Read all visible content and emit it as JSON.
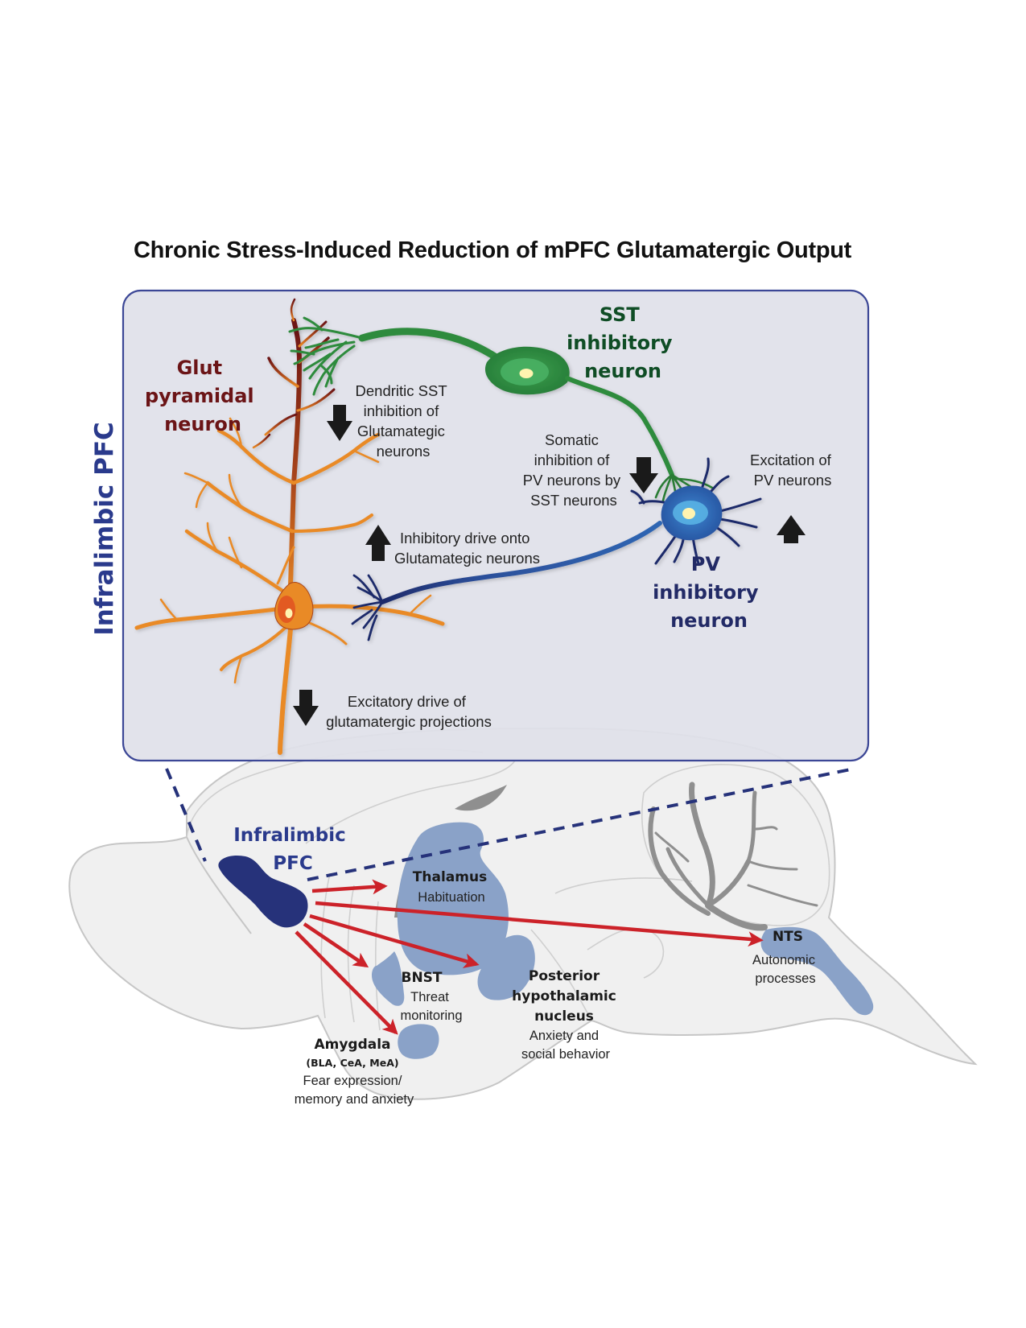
{
  "figure": {
    "title": "Chronic Stress-Induced Reduction of mPFC Glutamatergic Output",
    "side_label": "Infralimbic PFC"
  },
  "colors": {
    "panel_fill": "#e0e1ea",
    "panel_border": "#3c4796",
    "glut_neuron": "#e98a26",
    "glut_label": "#6b1416",
    "sst_neuron": "#2e8b3e",
    "sst_label": "#0f4d25",
    "pv_neuron": "#2f66b3",
    "pv_label": "#222a66",
    "ilpfc_region": "#26327a",
    "target_region": "#8aa2c8",
    "projection_arrow": "#cc2229",
    "brain_fill": "#f0f0f0",
    "brain_outline": "#c6c6c6",
    "ventricle": "#8f8f8f",
    "dashed_zoom_line": "#26327a"
  },
  "neurons": {
    "glut": {
      "lines": [
        "Glut",
        "pyramidal",
        "neuron"
      ]
    },
    "sst": {
      "lines": [
        "SST",
        "inhibitory",
        "neuron"
      ]
    },
    "pv": {
      "lines": [
        "PV",
        "inhibitory",
        "neuron"
      ]
    }
  },
  "annotations": [
    {
      "id": "dendritic-sst",
      "direction": "down",
      "lines": [
        "Dendritic SST",
        "inhibition of",
        "Glutamategic",
        "neurons"
      ]
    },
    {
      "id": "somatic-inhibition",
      "direction": "down",
      "lines": [
        "Somatic",
        "inhibition of",
        "PV neurons by",
        "SST neurons"
      ]
    },
    {
      "id": "excitation-pv",
      "direction": "up",
      "lines": [
        "Excitation of",
        "PV neurons"
      ]
    },
    {
      "id": "inhibitory-drive",
      "direction": "up",
      "lines": [
        "Inhibitory drive onto",
        "Glutamategic neurons"
      ]
    },
    {
      "id": "excitatory-drive",
      "direction": "down",
      "lines": [
        "Excitatory drive of",
        "glutamatergic projections"
      ]
    }
  ],
  "brain": {
    "source": {
      "lines": [
        "Infralimbic",
        "PFC"
      ]
    },
    "targets": [
      {
        "id": "thalamus",
        "name": "Thalamus",
        "detail": "",
        "function": [
          "Habituation"
        ]
      },
      {
        "id": "nts",
        "name": "NTS",
        "detail": "",
        "function": [
          "Autonomic",
          "processes"
        ]
      },
      {
        "id": "bnst",
        "name": "BNST",
        "detail": "",
        "function": [
          "Threat",
          "monitoring"
        ]
      },
      {
        "id": "posterior-hypothalamic",
        "name": [
          "Posterior",
          "hypothalamic",
          "nucleus"
        ],
        "detail": "",
        "function": [
          "Anxiety and",
          "social behavior"
        ]
      },
      {
        "id": "amygdala",
        "name": "Amygdala",
        "detail": "(BLA, CeA, MeA)",
        "function": [
          "Fear expression/",
          "memory and anxiety"
        ]
      }
    ]
  }
}
